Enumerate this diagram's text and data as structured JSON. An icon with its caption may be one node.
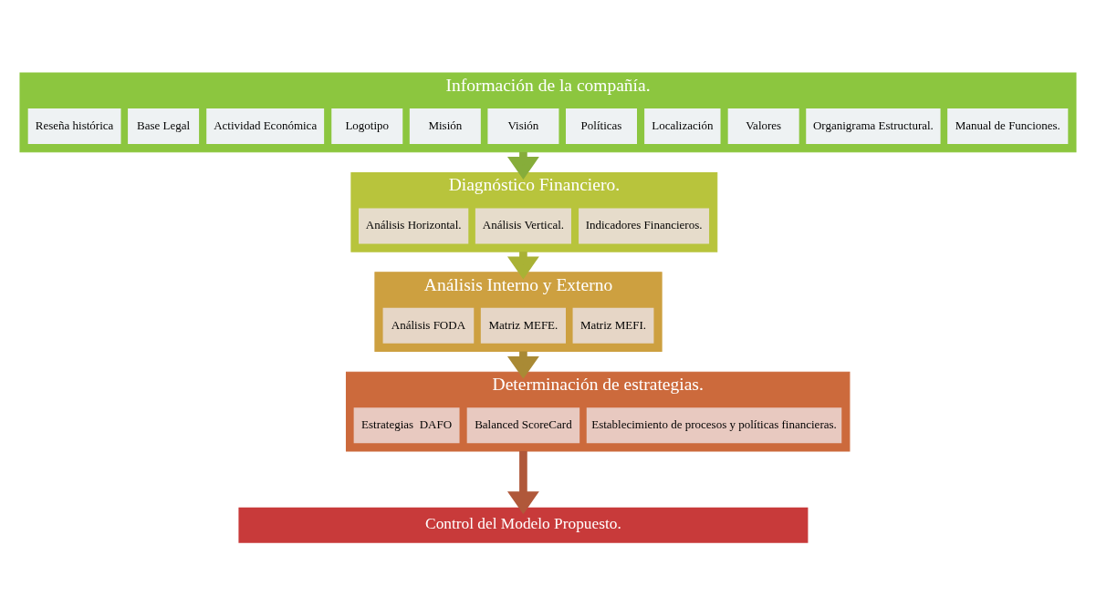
{
  "diagram": {
    "nodes": [
      {
        "text": [
          "Información de la compañía."
        ]
      },
      {
        "text": [
          "Reseña histórica"
        ],
        "in": 0
      },
      {
        "text": [
          "Base Legal"
        ],
        "in": 0
      },
      {
        "text": [
          "Actividad Económica"
        ],
        "in": 0
      },
      {
        "text": [
          "Logotipo"
        ],
        "in": 0
      },
      {
        "text": [
          "Misión"
        ],
        "in": 0
      },
      {
        "text": [
          "Visión"
        ],
        "in": 0
      },
      {
        "text": [
          "Políticas"
        ],
        "in": 0
      },
      {
        "text": [
          "Localización"
        ],
        "in": 0
      },
      {
        "text": [
          "Valores"
        ],
        "in": 0
      },
      {
        "text": [
          "Organigrama Estructural."
        ],
        "in": 0
      },
      {
        "text": [
          "Manual de Funciones."
        ],
        "in": 0
      },
      {
        "text": [
          "Diagnóstico Financiero."
        ]
      },
      {
        "text": [
          "Análisis Horizontal."
        ],
        "in": 12
      },
      {
        "text": [
          "Análisis Vertical."
        ],
        "in": 12
      },
      {
        "text": [
          "Indicadores Financieros."
        ],
        "in": 12
      },
      {
        "text": [
          "Análisis Interno y Externo"
        ]
      },
      {
        "text": [
          "Análisis FODA"
        ],
        "in": 16
      },
      {
        "text": [
          "Matriz MEFE."
        ],
        "in": 16
      },
      {
        "text": [
          "Matriz MEFI."
        ],
        "in": 16
      },
      {
        "text": [
          "Determinación de estrategias."
        ]
      },
      {
        "text": [
          "Estrategias  DAFO"
        ],
        "in": 20
      },
      {
        "text": [
          "Balanced ScoreCard"
        ],
        "in": 20
      },
      {
        "text": [
          "Establecimiento de procesos y políticas financieras."
        ],
        "in": 20
      },
      {
        "text": [
          "Control del Modelo Propuesto."
        ]
      }
    ],
    "edges": [
      {
        "from": 0,
        "to": 12,
        "arrow": "to",
        "color": "#86ad3a"
      },
      {
        "from": 12,
        "to": 16,
        "arrow": "to",
        "color": "#a9b235"
      },
      {
        "from": 16,
        "to": 20,
        "arrow": "to",
        "color": "#a98a35"
      },
      {
        "from": 20,
        "to": 24,
        "arrow": "to",
        "color": "#b0583a"
      }
    ]
  }
}
